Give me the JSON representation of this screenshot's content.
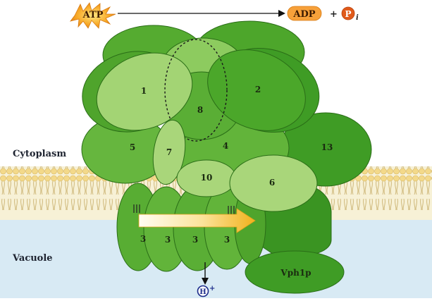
{
  "reaction": {
    "atp": "ATP",
    "adp": "ADP",
    "plus": "+",
    "pi_letter": "P",
    "pi_sub": "i"
  },
  "compartments": {
    "cytoplasm": "Cytoplasm",
    "vacuole": "Vacuole"
  },
  "subunits": {
    "s1": "1",
    "s2": "2",
    "s3a": "3",
    "s3b": "3",
    "s3c": "3",
    "s3d": "3",
    "s4": "4",
    "s5": "5",
    "s6": "6",
    "s7": "7",
    "s8": "8",
    "s10": "10",
    "s13": "13",
    "vph1p": "Vph1p"
  },
  "proton": {
    "letter": "H",
    "charge": "+"
  },
  "colors": {
    "dark_green": "#3d9a24",
    "mid_green": "#62b43a",
    "light_green": "#a9d67a",
    "lipid_head": "#f3d98a",
    "membrane_bg": "#f7f1d6",
    "vacuole_blue": "#cfe4f1",
    "badge_orange": "#f59a1e"
  }
}
